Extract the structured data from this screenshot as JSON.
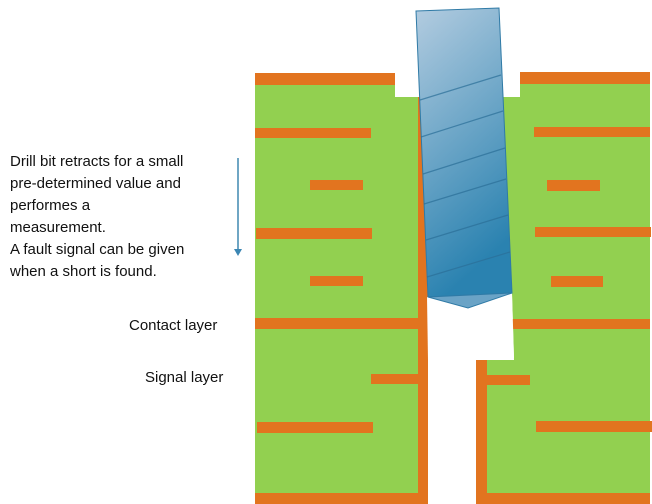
{
  "description": {
    "lines": [
      "Drill bit retracts for a small",
      "pre-determined value and",
      "performes a",
      "measurement.",
      "A fault signal can be given",
      "when a short is found."
    ]
  },
  "labels": {
    "contact_layer": "Contact  layer",
    "signal_layer": "Signal layer"
  },
  "colors": {
    "board": "#92d050",
    "copper": "#e2741f",
    "drill": "#3b8dbb",
    "arrow": "#6fa6c4"
  }
}
